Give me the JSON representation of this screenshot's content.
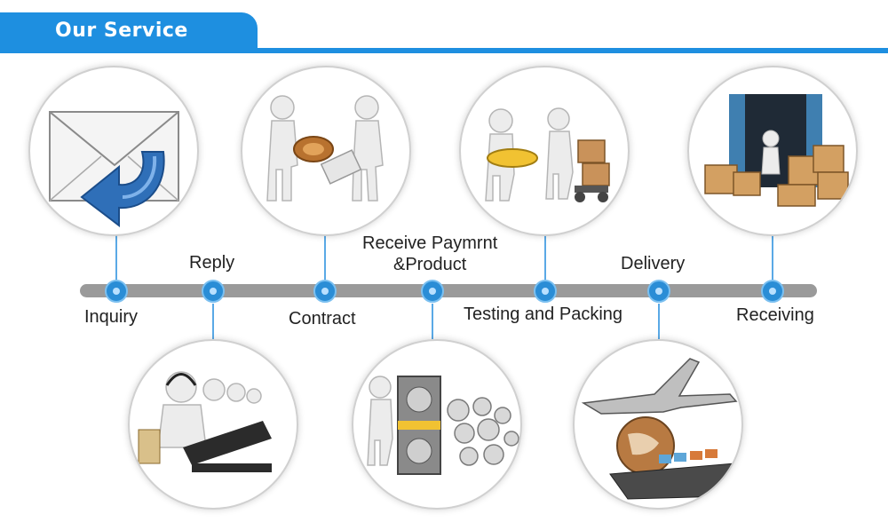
{
  "header": {
    "title": "Our Service"
  },
  "steps": [
    {
      "label": "Inquiry",
      "icon": "envelope-reply-icon"
    },
    {
      "label": "Reply",
      "icon": "call-center-icon"
    },
    {
      "label": "Contract",
      "icon": "handshake-contract-icon"
    },
    {
      "label": "Receive Paymrnt\n&Product",
      "icon": "gears-production-icon"
    },
    {
      "label": "Testing and Packing",
      "icon": "boxes-trolley-icon"
    },
    {
      "label": "Delivery",
      "icon": "plane-ship-globe-icon"
    },
    {
      "label": "Receiving",
      "icon": "container-boxes-icon"
    }
  ],
  "colors": {
    "accent": "#1e8fe0",
    "timeline": "#9a9a9a",
    "node": "#2a8dd6"
  }
}
